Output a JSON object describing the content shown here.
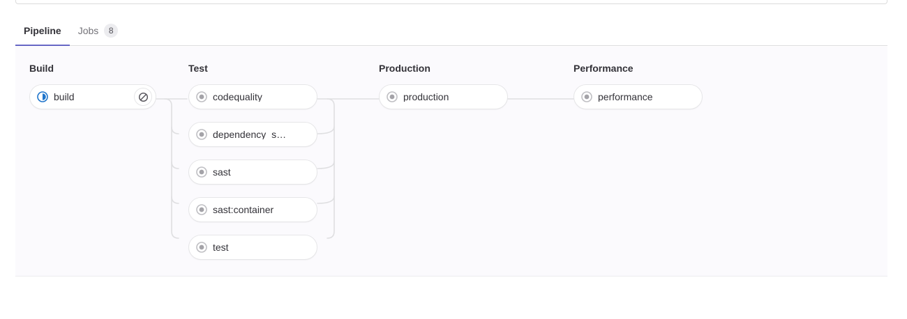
{
  "tabs": [
    {
      "label": "Pipeline",
      "name": "tab-pipeline",
      "active": true,
      "badge": null
    },
    {
      "label": "Jobs",
      "name": "tab-jobs",
      "active": false,
      "badge": "8"
    }
  ],
  "colors": {
    "accent": "#6666c4",
    "running": "#1f75cb",
    "created": "#a4a3a8",
    "link": "#dcdcde",
    "graph_bg": "#fbfafd",
    "pill_border": "#e6e6e8",
    "text": "#333238"
  },
  "graph": {
    "stages": [
      {
        "title": "Build",
        "name": "stage-build",
        "jobs": [
          {
            "name": "job-build",
            "label": "build",
            "status": "running",
            "status_icon": "status-running-icon",
            "action": {
              "name": "cancel-job-button",
              "icon": "cancel-icon",
              "title": "Cancel"
            }
          }
        ]
      },
      {
        "title": "Test",
        "name": "stage-test",
        "jobs": [
          {
            "name": "job-codequality",
            "label": "codequality",
            "status": "created",
            "status_icon": "status-created-icon",
            "action": null
          },
          {
            "name": "job-dependency-s",
            "label": "dependency_s…",
            "status": "created",
            "status_icon": "status-created-icon",
            "action": null
          },
          {
            "name": "job-sast",
            "label": "sast",
            "status": "created",
            "status_icon": "status-created-icon",
            "action": null
          },
          {
            "name": "job-sast-container",
            "label": "sast:container",
            "status": "created",
            "status_icon": "status-created-icon",
            "action": null
          },
          {
            "name": "job-test",
            "label": "test",
            "status": "created",
            "status_icon": "status-created-icon",
            "action": null
          }
        ]
      },
      {
        "title": "Production",
        "name": "stage-production",
        "jobs": [
          {
            "name": "job-production",
            "label": "production",
            "status": "created",
            "status_icon": "status-created-icon",
            "action": null
          }
        ]
      },
      {
        "title": "Performance",
        "name": "stage-performance",
        "jobs": [
          {
            "name": "job-performance",
            "label": "performance",
            "status": "created",
            "status_icon": "status-created-icon",
            "action": null
          }
        ]
      }
    ]
  }
}
